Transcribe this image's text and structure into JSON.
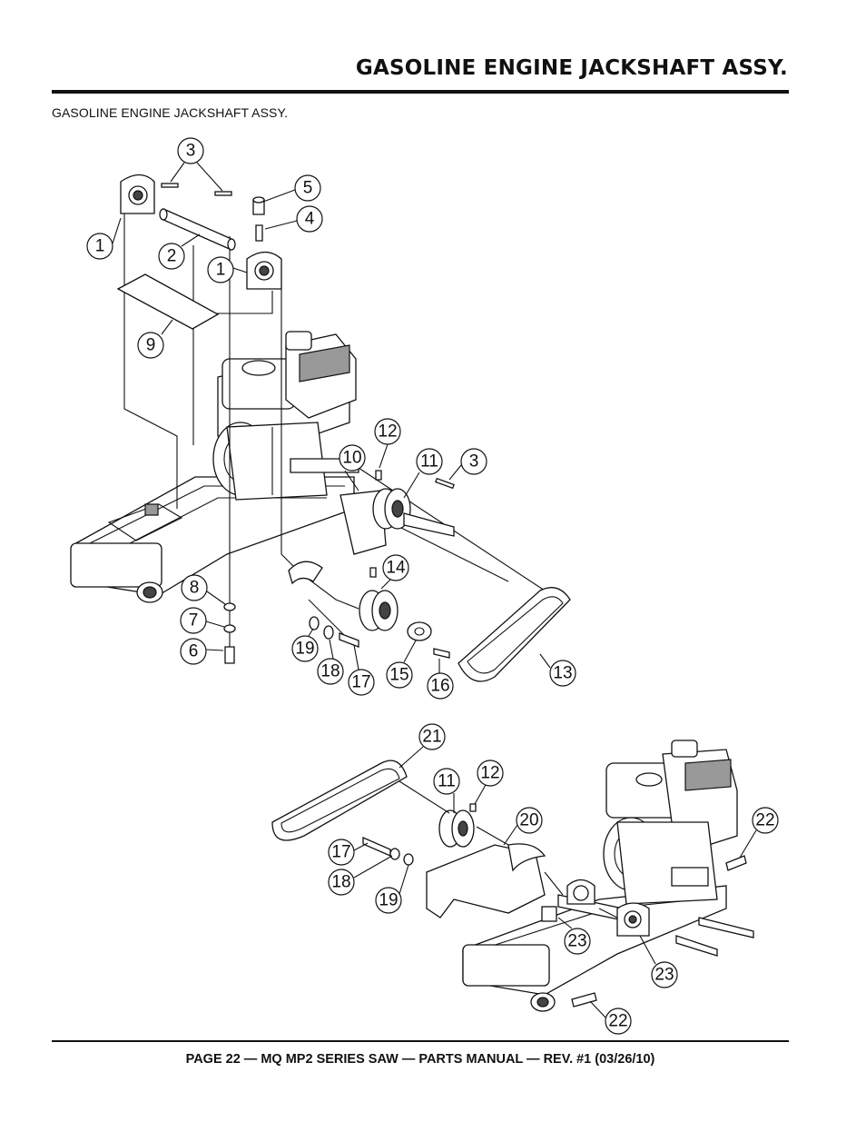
{
  "header": {
    "title": "GASOLINE ENGINE JACKSHAFT ASSY."
  },
  "subtitle": "GASOLINE ENGINE JACKSHAFT ASSY.",
  "footer": {
    "text": "PAGE 22 — MQ MP2 SERIES SAW — PARTS MANUAL — REV. #1  (03/26/10)"
  },
  "callouts_top": [
    "3",
    "5",
    "4",
    "1",
    "2",
    "1",
    "9",
    "12",
    "10",
    "11",
    "3",
    "14",
    "8",
    "7",
    "6",
    "19",
    "18",
    "17",
    "15",
    "16",
    "13"
  ],
  "callouts_bottom": [
    "21",
    "11",
    "12",
    "20",
    "22",
    "17",
    "18",
    "19",
    "23",
    "23",
    "22"
  ]
}
